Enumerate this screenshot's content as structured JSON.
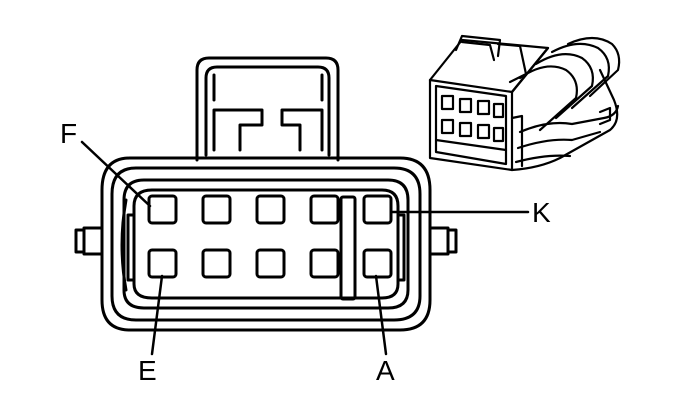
{
  "labels": {
    "f": "F",
    "k": "K",
    "e": "E",
    "a": "A"
  },
  "colors": {
    "ink": "#000000",
    "paper": "#ffffff"
  }
}
